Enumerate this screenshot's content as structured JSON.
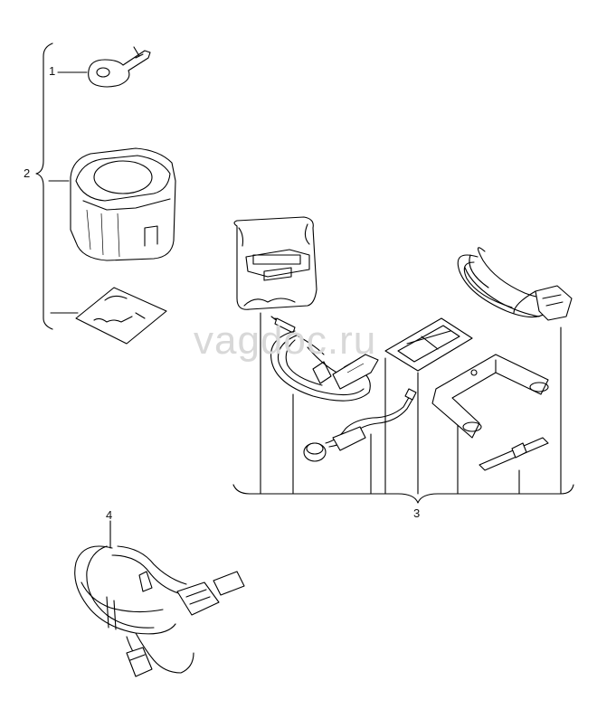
{
  "watermark": "vagdoc.ru",
  "callouts": {
    "c1": "1",
    "c2": "2",
    "c3": "3",
    "c4": "4"
  }
}
